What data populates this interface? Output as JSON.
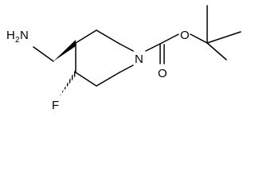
{
  "molecule": {
    "atom_labels": {
      "amine_h": "H",
      "amine_sub": "2",
      "amine_n": "N",
      "ring_n": "N",
      "ester_o": "O",
      "carbonyl_o": "O",
      "fluorine": "F"
    },
    "colors": {
      "bond": "#000000",
      "text": "#000000",
      "background": "#ffffff"
    }
  }
}
